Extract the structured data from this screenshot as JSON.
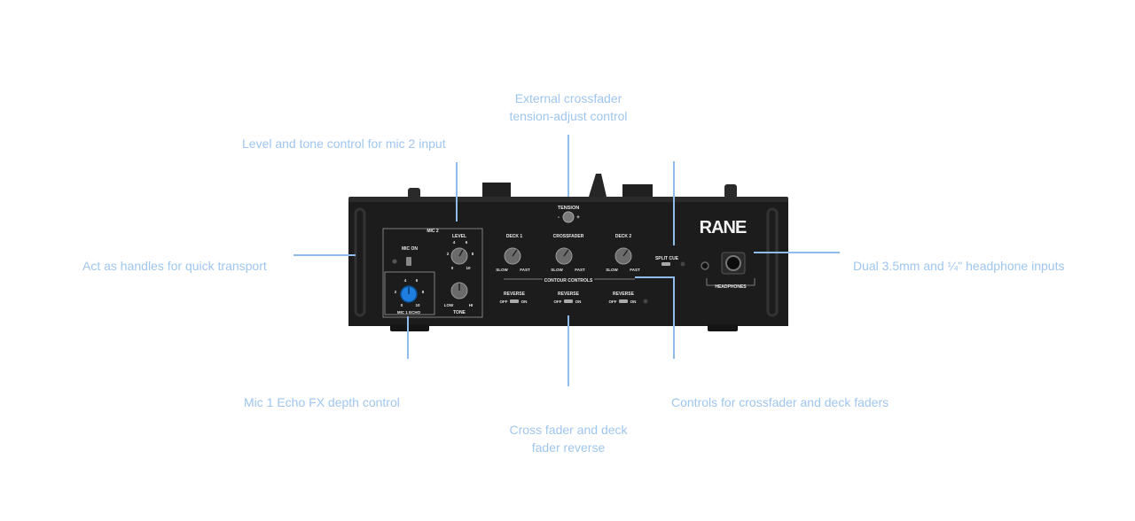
{
  "callouts": {
    "tension": "External crossfader\ntension-adjust control",
    "mic2": "Level and tone control for mic 2 input",
    "handles": "Act as handles for quick transport",
    "headphones": "Dual 3.5mm and ¼\" headphone inputs",
    "mic1_echo": "Mic 1 Echo FX depth control",
    "contour": "Controls for crossfader and deck faders",
    "reverse": "Cross fader and deck\nfader reverse"
  },
  "panel": {
    "brand": "RANE",
    "tension": "TENSION",
    "mic2": "MIC 2",
    "mic_on": "MIC ON",
    "level": "LEVEL",
    "tone": "TONE",
    "tone_low": "LOW",
    "tone_hi": "HI",
    "mic1_echo": "MIC 1 ECHO",
    "deck1": "DECK 1",
    "crossfader": "CROSSFADER",
    "deck2": "DECK 2",
    "slow": "SLOW",
    "fast": "FAST",
    "contour_controls": "CONTOUR CONTROLS",
    "reverse": "REVERSE",
    "off": "OFF",
    "on": "ON",
    "split_cue": "SPLIT CUE",
    "headphones": "HEADPHONES",
    "scale_0": "0",
    "scale_2": "2",
    "scale_4": "4",
    "scale_6": "6",
    "scale_8": "8",
    "scale_10": "10"
  },
  "colors": {
    "callout_text": "#9fc6ee",
    "line": "#8fbcec",
    "body": "#1c1c1c",
    "echo_knob": "#1e7fe0"
  }
}
